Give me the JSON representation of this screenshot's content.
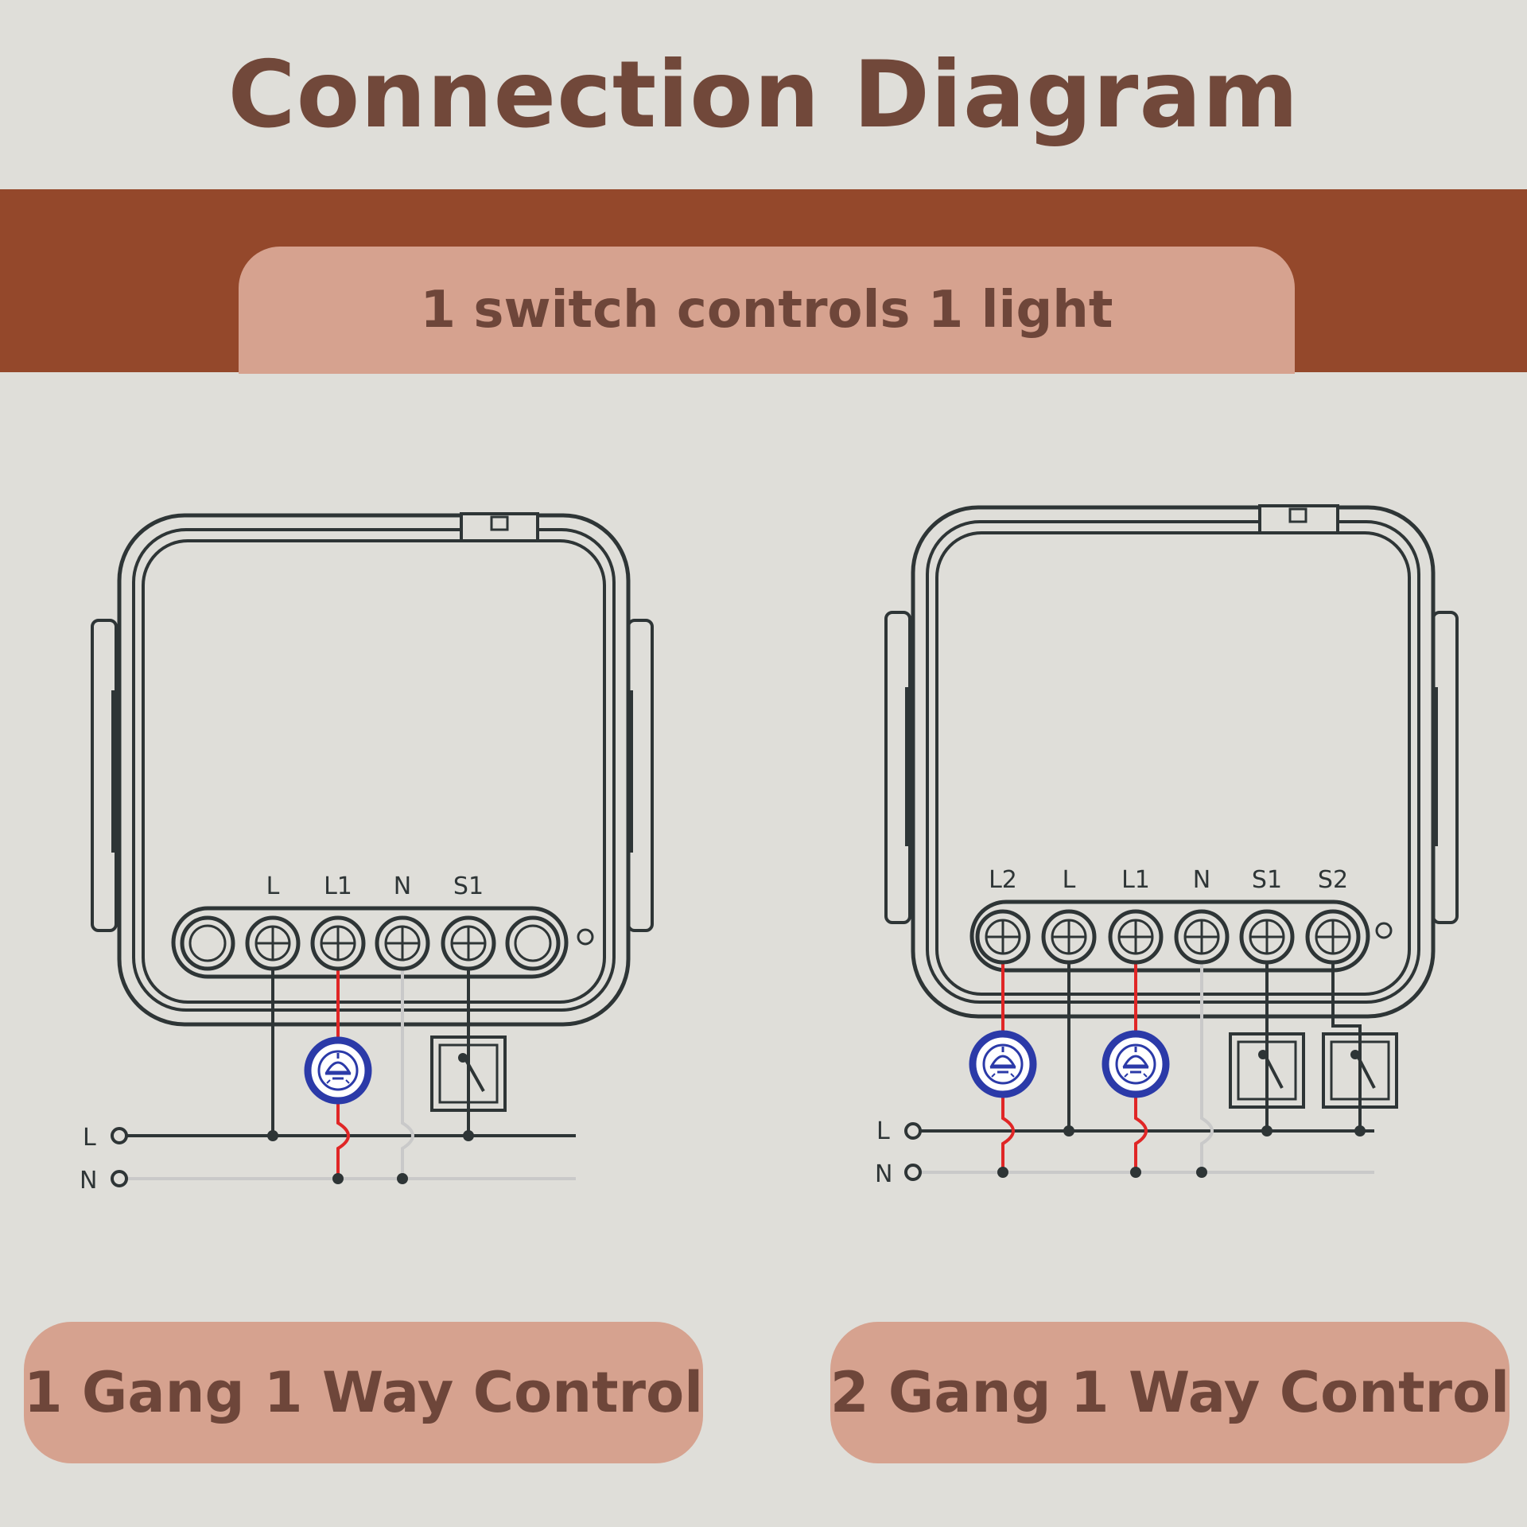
{
  "title": "Connection Diagram",
  "subtitle": "1 switch controls 1 light",
  "left_diagram": {
    "caption": "1 Gang 1 Way Control",
    "terminals": [
      "L",
      "L1",
      "N",
      "S1"
    ],
    "line_labels": [
      "L",
      "N"
    ]
  },
  "right_diagram": {
    "caption": "2 Gang 1 Way Control",
    "terminals": [
      "L2",
      "L",
      "L1",
      "N",
      "S1",
      "S2"
    ],
    "line_labels": [
      "L",
      "N"
    ]
  },
  "colors": {
    "background": "#dfded9",
    "title": "#71483a",
    "band": "#94482b",
    "label_box": "#d6a28f",
    "device_outline": "#2e3536",
    "live_wire": "#e02626",
    "neutral_wire": "#c9c9c9",
    "lamp": "#2b3aa8"
  },
  "icons": [
    "lamp-icon",
    "switch-icon",
    "screw-terminal-icon"
  ]
}
